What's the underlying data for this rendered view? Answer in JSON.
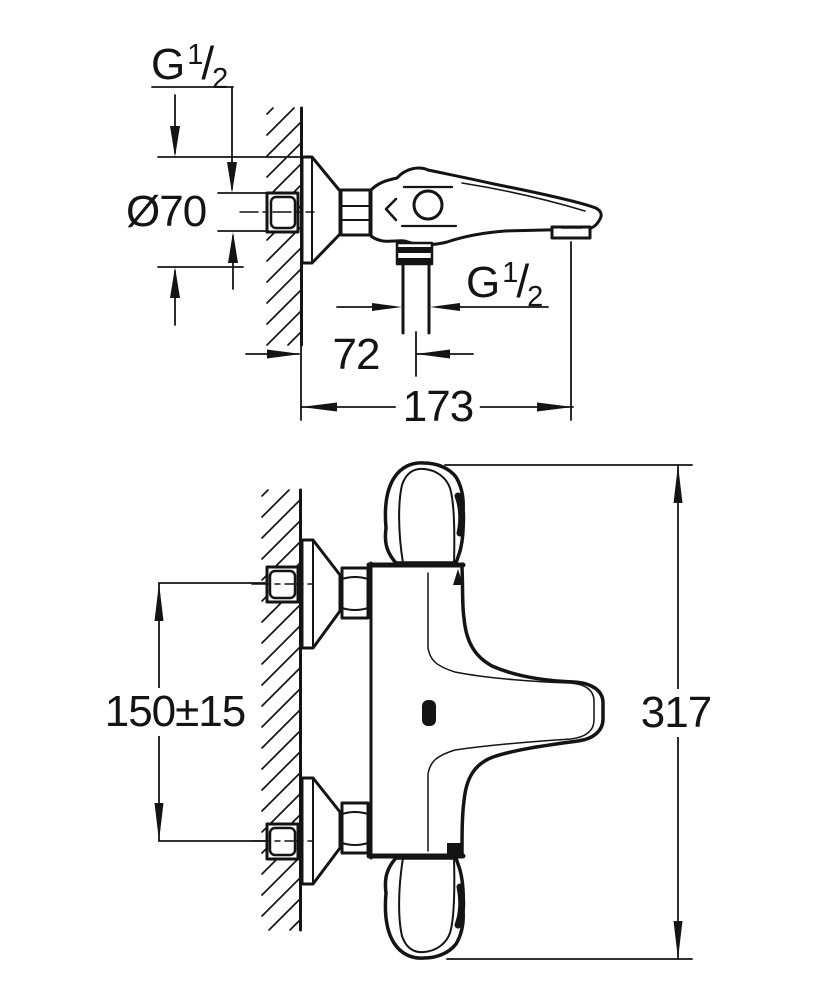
{
  "page": {
    "background": "#ffffff",
    "ink": "#141414",
    "kind": "technical dimension drawing, bath mixer tap, two views"
  },
  "top_view": {
    "name": "side view with wall section",
    "labels": {
      "wall_thread": {
        "g": "G",
        "sup": "1",
        "slash": "/",
        "sub": "2"
      },
      "escutcheon_diameter": "Ø70",
      "outlet_thread": {
        "g": "G",
        "sup": "1",
        "slash": "/",
        "sub": "2"
      },
      "wall_to_outlet_mm": "72",
      "wall_to_spout_tip_mm": "173"
    }
  },
  "front_view": {
    "name": "front view rotated, two wall unions",
    "labels": {
      "inlet_spacing_mm": "150±15",
      "overall_length_mm": "317"
    }
  }
}
